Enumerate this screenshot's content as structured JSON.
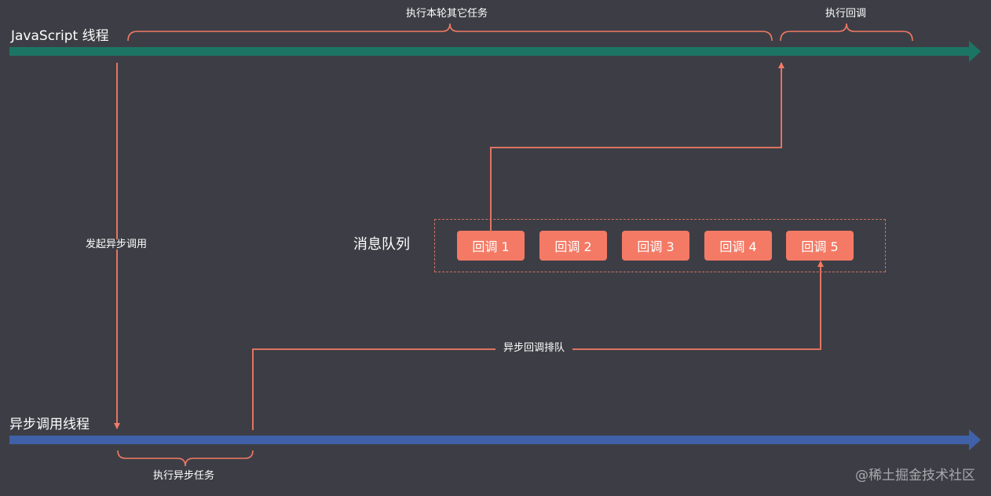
{
  "threads": {
    "js_thread": "JavaScript 线程",
    "async_thread": "异步调用线程"
  },
  "braces": {
    "js_other_tasks": "执行本轮其它任务",
    "js_exec_callback": "执行回调",
    "async_exec_task": "执行异步任务"
  },
  "arrows": {
    "initiate_async": "发起异步调用",
    "queue_callback": "异步回调排队"
  },
  "queue": {
    "title": "消息队列",
    "items": [
      "回调 1",
      "回调 2",
      "回调 3",
      "回调 4",
      "回调 5"
    ]
  },
  "watermark": "@稀土掘金技术社区",
  "colors": {
    "background": "#3d3e45",
    "js_thread": "#1c7564",
    "async_thread": "#4061a8",
    "accent": "#f47a65",
    "text": "#ffffff"
  }
}
